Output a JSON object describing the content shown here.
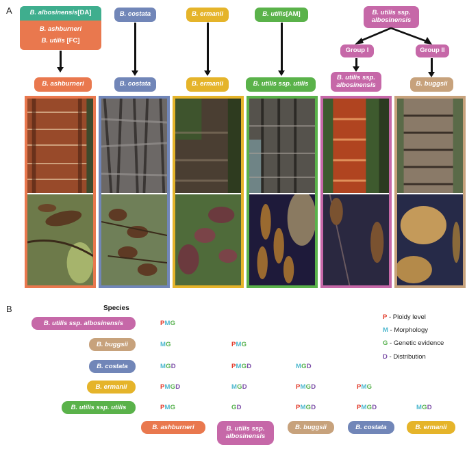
{
  "panel_a": {
    "letter": "A",
    "top_groups": {
      "col1": {
        "line1_italic": "B. albosinensis",
        "line1_suffix": " [DA]",
        "line2_italic": "B. ashburneri",
        "line3_italic": "B. utilis",
        "line3_suffix": " [FC]"
      },
      "col2": {
        "label": "B. costata"
      },
      "col3": {
        "label": "B. ermanii"
      },
      "col4": {
        "label_italic": "B. utilis",
        "label_suffix": " [AM]"
      },
      "col5": {
        "line1": "B. utilis ssp.",
        "line2": "albosinensis"
      }
    },
    "groups": {
      "group1": "Group I",
      "group2": "Group II"
    },
    "results": {
      "r1": "B. ashburneri",
      "r2": "B. costata",
      "r3": "B. ermanii",
      "r4": "B. utilis ssp. utilis",
      "r5_line1": "B. utilis ssp.",
      "r5_line2": "albosinensis",
      "r6": "B. buggsii"
    },
    "colors": {
      "orange": "#e9784e",
      "blue": "#7186b8",
      "yellow": "#e5b42a",
      "green": "#5ab24a",
      "pink": "#c668a8",
      "tan": "#c7a27c",
      "teal": "#3fae8e"
    }
  },
  "panel_b": {
    "letter": "B",
    "species_header": "Species",
    "rows": [
      {
        "label": "B. utilis ssp. albosinensis",
        "color": "#c668a8",
        "cells": [
          {
            "p": "P",
            "m": "M",
            "g": "G",
            "d": ""
          }
        ]
      },
      {
        "label": "B. buggsii",
        "color": "#c7a27c",
        "cells": [
          {
            "p": "",
            "m": "M",
            "g": "G",
            "d": ""
          },
          {
            "p": "P",
            "m": "M",
            "g": "G",
            "d": ""
          }
        ]
      },
      {
        "label": "B. costata",
        "color": "#7186b8",
        "cells": [
          {
            "p": "",
            "m": "M",
            "g": "G",
            "d": "D"
          },
          {
            "p": "P",
            "m": "M",
            "g": "G",
            "d": "D"
          },
          {
            "p": "",
            "m": "M",
            "g": "G",
            "d": "D"
          }
        ]
      },
      {
        "label": "B. ermanii",
        "color": "#e5b42a",
        "cells": [
          {
            "p": "P",
            "m": "M",
            "g": "G",
            "d": "D"
          },
          {
            "p": "",
            "m": "M",
            "g": "G",
            "d": "D"
          },
          {
            "p": "P",
            "m": "M",
            "g": "G",
            "d": "D"
          },
          {
            "p": "P",
            "m": "M",
            "g": "G",
            "d": ""
          }
        ]
      },
      {
        "label": "B. utilis ssp. utilis",
        "color": "#5ab24a",
        "cells": [
          {
            "p": "P",
            "m": "M",
            "g": "G",
            "d": ""
          },
          {
            "p": "",
            "m": "",
            "g": "G",
            "d": "D"
          },
          {
            "p": "P",
            "m": "M",
            "g": "G",
            "d": "D"
          },
          {
            "p": "P",
            "m": "M",
            "g": "G",
            "d": "D"
          },
          {
            "p": "",
            "m": "M",
            "g": "G",
            "d": "D"
          }
        ]
      }
    ],
    "columns": [
      {
        "label": "B. ashburneri",
        "color": "#e9784e"
      },
      {
        "label_line1": "B. utilis ssp.",
        "label_line2": "albosinensis",
        "color": "#c668a8"
      },
      {
        "label": "B. buggsii",
        "color": "#c7a27c"
      },
      {
        "label": "B. costata",
        "color": "#7186b8"
      },
      {
        "label": "B. ermanii",
        "color": "#e5b42a"
      }
    ],
    "legend": [
      {
        "key": "P",
        "text": " - Ploidy level",
        "color": "#e23a2a"
      },
      {
        "key": "M",
        "text": " - Morphology",
        "color": "#4fb8cf"
      },
      {
        "key": "G",
        "text": " - Genetic evidence",
        "color": "#55b04c"
      },
      {
        "key": "D",
        "text": " - Distribution",
        "color": "#7a4da6"
      }
    ]
  }
}
